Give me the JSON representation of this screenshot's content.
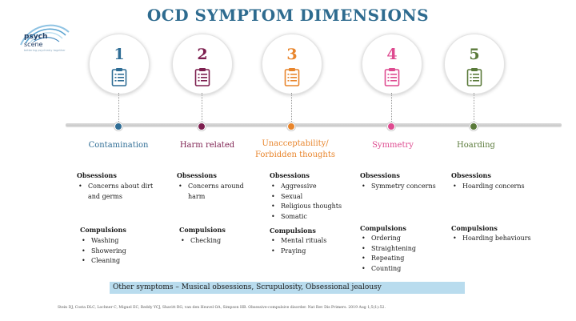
{
  "title": "OCD SYMPTOM DIMENSIONS",
  "logo": {
    "line1": "psych",
    "line2": "scene",
    "tagline": "bettering psychiatry together"
  },
  "dimensions": [
    {
      "number": "1",
      "label": "Contamination",
      "color": "#2f6d95",
      "icon": "clipboard-icon",
      "obsessions_title": "Obsessions",
      "obsessions": [
        "Concerns about dirt and germs"
      ],
      "compulsions_title": "Compulsions",
      "compulsions": [
        "Washing",
        "Showering",
        "Cleaning"
      ]
    },
    {
      "number": "2",
      "label": "Harm related",
      "color": "#7d1f4f",
      "icon": "clipboard-icon",
      "obsessions_title": "Obsessions",
      "obsessions": [
        "Concerns around harm"
      ],
      "compulsions_title": "Compulsions",
      "compulsions": [
        "Checking"
      ]
    },
    {
      "number": "3",
      "label_line1": "Unacceptability/",
      "label_line2": "Forbidden thoughts",
      "color": "#e8852c",
      "icon": "clipboard-icon",
      "obsessions_title": "Obsessions",
      "obsessions": [
        "Aggressive",
        "Sexual",
        "Religious thoughts",
        "Somatic"
      ],
      "compulsions_title": "Compulsions",
      "compulsions": [
        "Mental rituals",
        "Praying"
      ]
    },
    {
      "number": "4",
      "label": "Symmetry",
      "color": "#de4b90",
      "icon": "clipboard-icon",
      "obsessions_title": "Obsessions",
      "obsessions": [
        "Symmetry concerns"
      ],
      "compulsions_title": "Compulsions",
      "compulsions": [
        "Ordering",
        "Straightening",
        "Repeating",
        "Counting"
      ]
    },
    {
      "number": "5",
      "label": "Hoarding",
      "color": "#5a7a3a",
      "icon": "clipboard-icon",
      "obsessions_title": "Obsessions",
      "obsessions": [
        "Hoarding concerns"
      ],
      "compulsions_title": "Compulsions",
      "compulsions": [
        "Hoarding behaviours"
      ]
    }
  ],
  "other_symptoms": "Other symptoms – Musical obsessions, Scrupulosity, Obsessional jealousy",
  "citation": "Stein DJ, Costa DLC, Lochner C, Miguel EC, Reddy YCJ, Shavitt RG, van den Heuvel OA, Simpson HB. Obsessive-compulsive disorder. Nat Rev Dis Primers. 2019 Aug 1;5(1):52."
}
